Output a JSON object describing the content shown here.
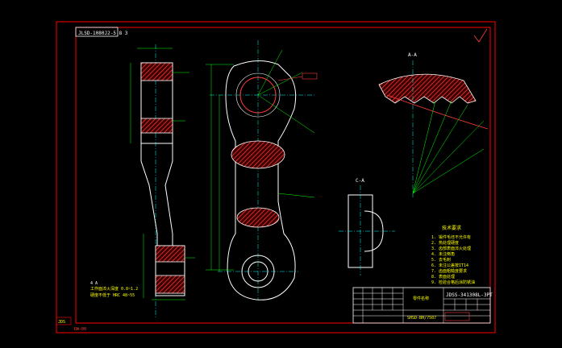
{
  "drawing": {
    "drawing_code_box": "JLSD-1080J2-5 8 3",
    "title_block_code": "JDSS-341308L-3PT",
    "material_label": "零件名称",
    "scale_label": "SHSD-BH/7507",
    "section_labels": {
      "detail_a": "A-A",
      "section_c": "C-A",
      "note_label": "4 A"
    },
    "tech_requirements_title": "技术要求",
    "tech_requirements": [
      "1. 锻件毛坯不允许有",
      "2. 热处理硬度",
      "3. 齿部表面淬火处理",
      "4. 未注倒角",
      "5. 去毛刺",
      "6. 未注公差按IT14",
      "7. 齿面粗糙度要求",
      "8. 表面处理",
      "9. 检验合格后涂防锈油"
    ],
    "left_note": [
      "工作面淬火深度 0.8~1.2",
      "硬度不低于 HRC 48~55"
    ],
    "corner_stamp": "JDS",
    "bottom_left": "DW-00"
  },
  "colors": {
    "background": "#000000",
    "border": "#ff0000",
    "outline": "#ffffff",
    "centerline": "#00ffff",
    "dimension": "#00ff00",
    "hatch": "#ff3333",
    "text": "#ffff00"
  }
}
